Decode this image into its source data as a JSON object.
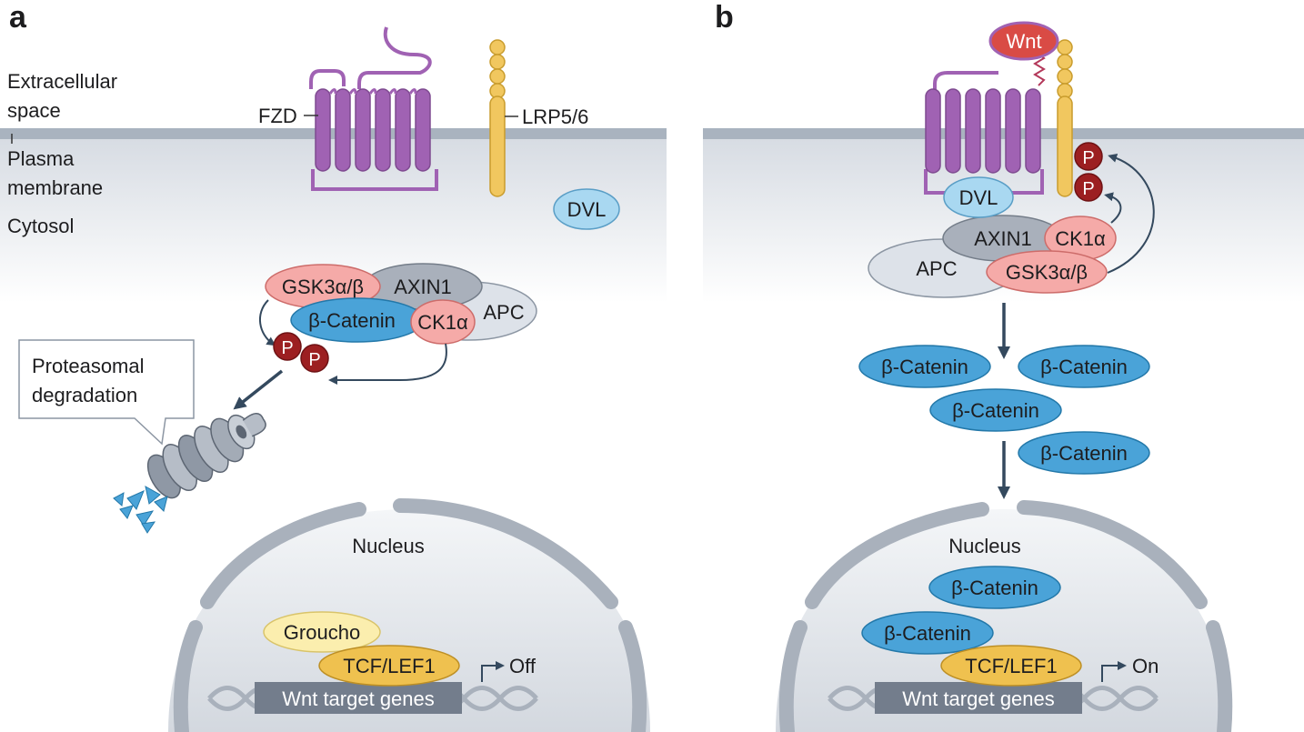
{
  "panels": {
    "a": "a",
    "b": "b"
  },
  "compartments": {
    "extracellular_line1": "Extracellular",
    "extracellular_line2": "space",
    "membrane_line1": "Plasma",
    "membrane_line2": "membrane",
    "cytosol": "Cytosol"
  },
  "receptors": {
    "fzd": "FZD",
    "lrp": "LRP5/6",
    "wnt": "Wnt"
  },
  "proteins": {
    "dvl": "DVL",
    "axin1": "AXIN1",
    "apc": "APC",
    "gsk3": "GSK3α/β",
    "ck1": "CK1α",
    "beta_catenin": "β-Catenin",
    "phospho": "P",
    "groucho": "Groucho",
    "tcf": "TCF/LEF1"
  },
  "callout": {
    "line1": "Proteasomal",
    "line2": "degradation"
  },
  "nucleus": {
    "label": "Nucleus",
    "genes": "Wnt target genes"
  },
  "states": {
    "off": "Off",
    "on": "On"
  },
  "colors": {
    "membrane": "#a9b3bf",
    "fzd_purple": "#a062b3",
    "lrp_yellow": "#f1c75f",
    "beta_catenin_blue": "#4aa3d8",
    "gsk_ck_pink": "#f5aaa8",
    "axin_grey": "#a9b0bb",
    "apc_grey": "#dde2e9",
    "dvl_lightblue": "#a9d8f1",
    "phospho_red": "#9c1f21",
    "wnt_red": "#d94b45",
    "tcf_gold": "#efc14f",
    "groucho_yellow": "#fbeeae",
    "nucleus_grey": "#c9cfd7",
    "gene_box": "#737d8c"
  }
}
